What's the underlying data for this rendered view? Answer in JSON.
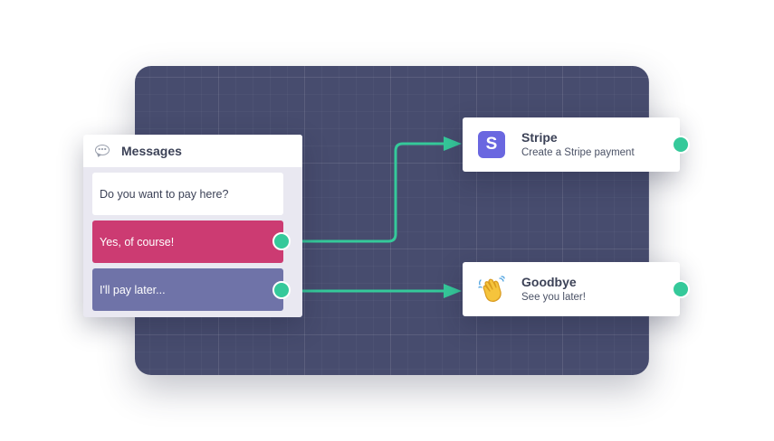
{
  "colors": {
    "canvas": "#474c6e",
    "connector": "#35c99a",
    "yes_message": "#cc3b72",
    "later_message": "#6f73a8",
    "stripe_brand": "#6a67e0"
  },
  "messages_card": {
    "icon": "chat-bubble-icon",
    "title": "Messages",
    "question": "Do you want to pay here?",
    "options": [
      {
        "label": "Yes, of course!"
      },
      {
        "label": "I'll pay later..."
      }
    ]
  },
  "nodes": {
    "stripe": {
      "icon": "stripe-logo-icon",
      "logo_letter": "S",
      "title": "Stripe",
      "subtitle": "Create a Stripe payment"
    },
    "goodbye": {
      "icon": "waving-hand-icon",
      "title": "Goodbye",
      "subtitle": "See you later!"
    }
  }
}
